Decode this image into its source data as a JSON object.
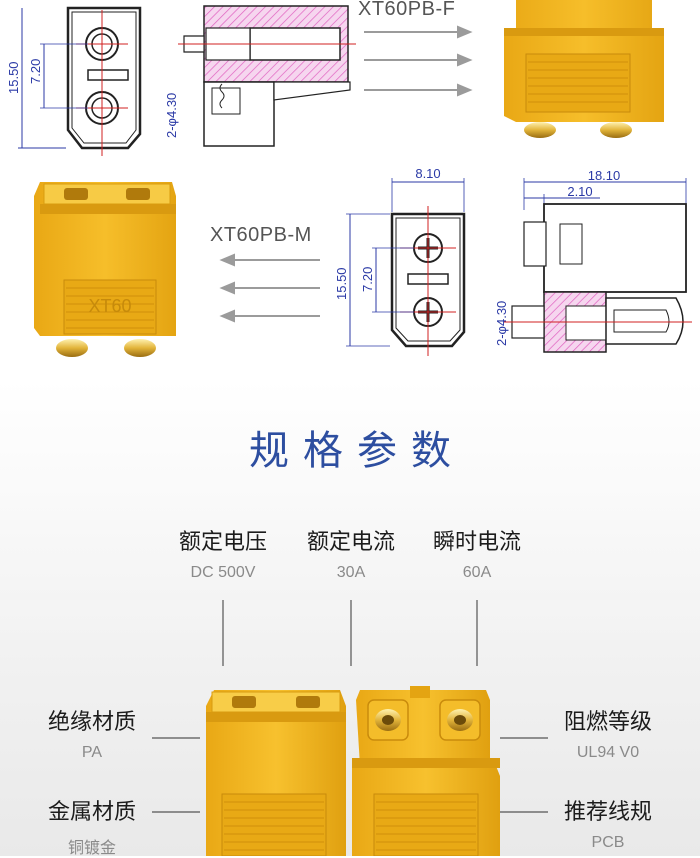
{
  "diagram_top": {
    "model": "XT60PB-F",
    "dim_height": "15.50",
    "dim_pitch": "7.20",
    "dim_pin": "2-φ4.30"
  },
  "diagram_mid": {
    "model": "XT60PB-M",
    "dim_width": "8.10",
    "dim_height": "15.50",
    "dim_pitch": "7.20",
    "dim_length": "18.10",
    "dim_offset": "2.10",
    "dim_pin": "2-φ4.30"
  },
  "housing_mark": "XT60",
  "section_title": "规格参数",
  "specs_top": [
    {
      "name": "额定电压",
      "value": "DC 500V"
    },
    {
      "name": "额定电流",
      "value": "30A"
    },
    {
      "name": "瞬时电流",
      "value": "60A"
    }
  ],
  "specs_left": [
    {
      "name": "绝缘材质",
      "value": "PA"
    },
    {
      "name": "金属材质",
      "value": "铜镀金"
    }
  ],
  "specs_right": [
    {
      "name": "阻燃等级",
      "value": "UL94 V0"
    },
    {
      "name": "推荐线规",
      "value": "PCB"
    }
  ],
  "colors": {
    "housing": "#f2b51c",
    "housing_dark": "#d99a10",
    "dimension": "#2b3aa6",
    "hatch": "#e060c0",
    "title": "#2d4ea0"
  }
}
